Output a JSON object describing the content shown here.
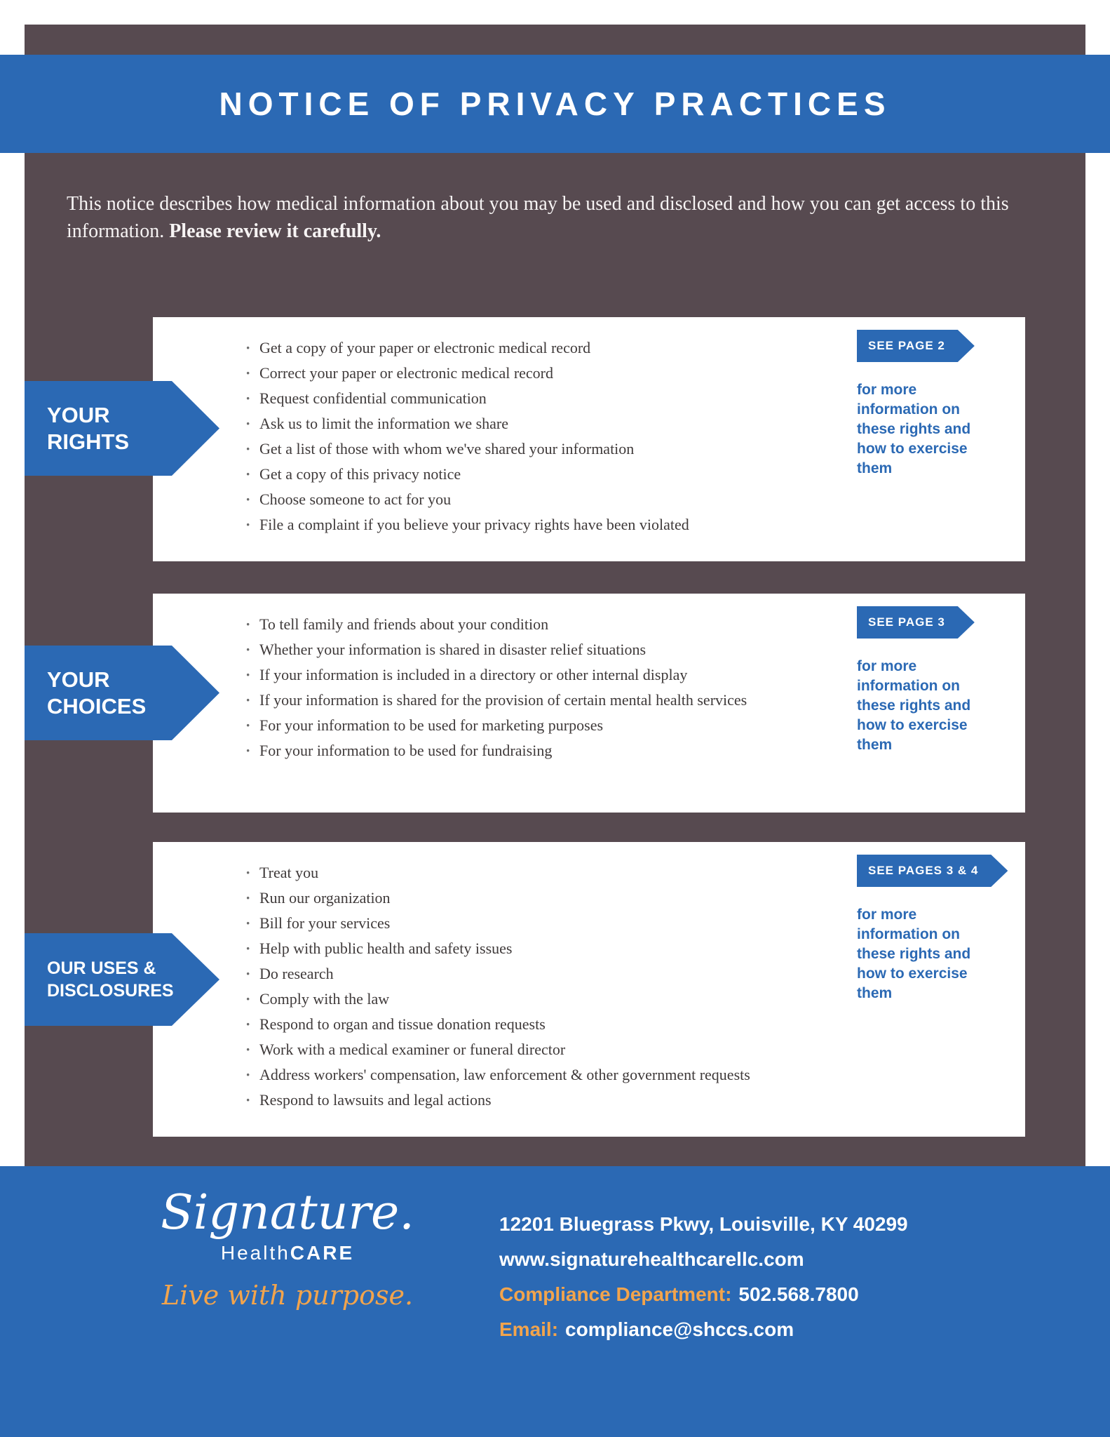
{
  "colors": {
    "blue": "#2b69b4",
    "dark_background": "#574a50",
    "orange": "#f2a44c",
    "body_text": "#3f3a3a"
  },
  "page": {
    "title": "NOTICE OF PRIVACY PRACTICES"
  },
  "intro": {
    "normal": "This notice describes how medical information about you may be used and disclosed and how you can get access to this information. ",
    "bold": "Please review it carefully."
  },
  "sections": [
    {
      "label": "YOUR RIGHTS",
      "badge": "SEE PAGE 2",
      "more_info": "for more information on these rights and how to exercise them",
      "bullets": [
        "Get a copy of your paper or electronic medical record",
        "Correct your paper or electronic medical record",
        "Request confidential communication",
        "Ask us to limit the information we share",
        "Get a list of those with whom we've shared your information",
        "Get a copy of this privacy notice",
        "Choose someone to act for you",
        "File a complaint if you believe your privacy rights have been violated"
      ]
    },
    {
      "label": "YOUR CHOICES",
      "badge": "SEE PAGE 3",
      "more_info": "for more information on these rights and how to exercise them",
      "bullets": [
        "To tell family and friends about your condition",
        "Whether your information is shared in disaster relief situations",
        "If your information is included in a directory or other internal display",
        "If your information is shared for the provision of certain mental health services",
        "For your information to be used for marketing purposes",
        "For your information to be used for fundraising"
      ]
    },
    {
      "label": "OUR USES & DISCLOSURES",
      "badge": "SEE PAGES 3 & 4",
      "more_info": "for more information on these rights and how to exercise them",
      "bullets": [
        "Treat you",
        "Run our organization",
        "Bill for your services",
        "Help with public health and safety issues",
        "Do research",
        "Comply with the law",
        "Respond to organ and tissue donation requests",
        "Work with a medical examiner or funeral director",
        "Address workers' compensation, law enforcement & other government requests",
        "Respond to lawsuits and legal actions"
      ]
    }
  ],
  "footer": {
    "logo_script": "Signature.",
    "logo_health": "Health",
    "logo_care": "CARE",
    "tagline": "Live with purpose.",
    "address": "12201 Bluegrass Pkwy, Louisville, KY 40299",
    "website": "www.signaturehealthcarellc.com",
    "compliance_label": "Compliance Department:",
    "compliance_phone": "502.568.7800",
    "email_label": "Email:",
    "email_value": "compliance@shccs.com"
  }
}
